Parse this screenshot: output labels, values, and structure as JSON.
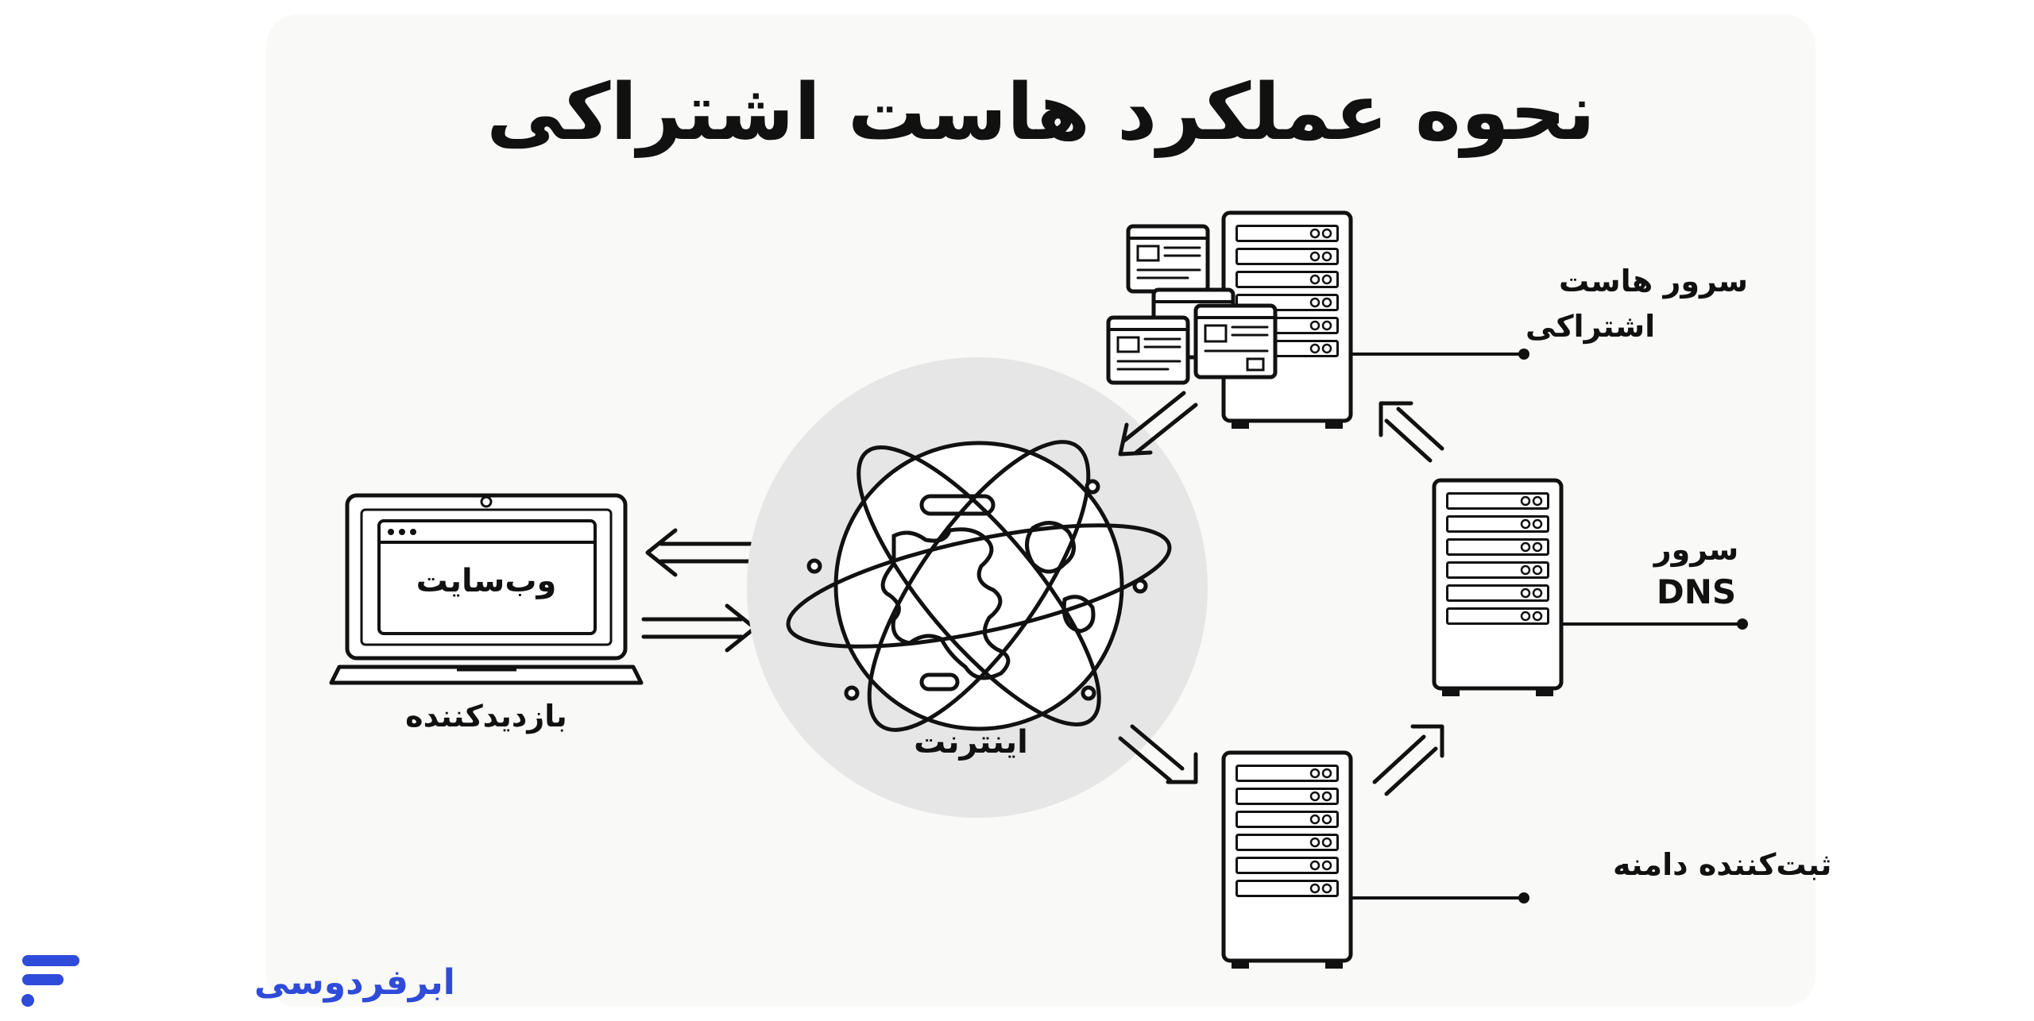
{
  "title": "نحوه عملکرد هاست اشتراکی",
  "nodes": {
    "visitor": {
      "label": "بازدیدکننده",
      "screen_text": "وب‌سایت"
    },
    "internet": {
      "label": "اینترنت"
    },
    "shared_server": {
      "label_line1": "سرور هاست",
      "label_line2": "اشتراکی"
    },
    "dns_server": {
      "label_line1": "سرور",
      "label_line2": "DNS"
    },
    "registrar": {
      "label": "ثبت‌کننده دامنه"
    }
  },
  "brand": {
    "name": "ابرفردوسی",
    "color": "#2e4bd9"
  },
  "colors": {
    "ink": "#111111",
    "panel": "#f9f9f8",
    "globe_halo": "#e6e6e6",
    "brand": "#2e4bd9"
  }
}
